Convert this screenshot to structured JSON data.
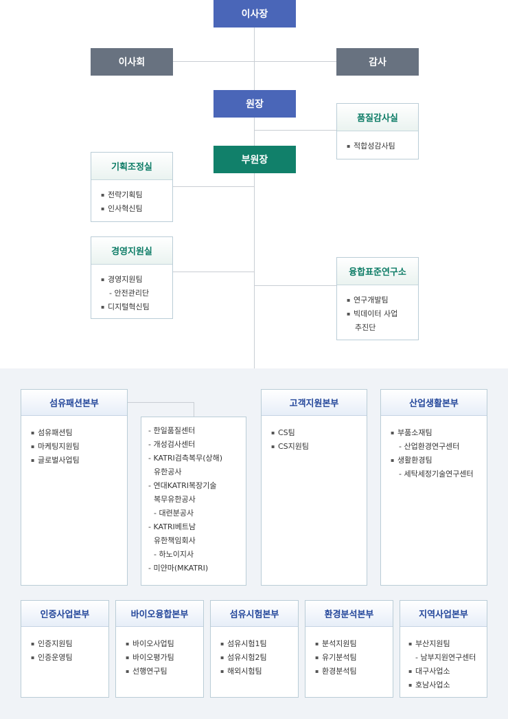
{
  "top": {
    "chairman": "이사장",
    "board": "이사회",
    "auditor": "감사",
    "president": "원장",
    "vice_president": "부원장"
  },
  "units": {
    "quality_audit": {
      "title": "품질감사실",
      "items": [
        "적합성감사팀"
      ]
    },
    "planning": {
      "title": "기획조정실",
      "items": [
        "전략기획팀",
        "인사혁신팀"
      ]
    },
    "management": {
      "title": "경영지원실",
      "items": [
        "경영지원팀",
        "- 안전관리단",
        "디지털혁신팀"
      ]
    },
    "convergence": {
      "title": "융합표준연구소",
      "items": [
        "연구개발팀",
        "빅데이터 사업",
        "추진단"
      ]
    }
  },
  "divisions": {
    "fashion": {
      "title": "섬유패션본부",
      "items": [
        "섬유패션팀",
        "마케팅지원팀",
        "글로벌사업팀"
      ]
    },
    "customer": {
      "title": "고객지원본부",
      "items": [
        "CS팀",
        "CS지원팀"
      ]
    },
    "industrial": {
      "title": "산업생활본부",
      "items": [
        "부품소재팀",
        "- 산업환경연구센터",
        "생활환경팀",
        "- 세탁세정기술연구센터"
      ]
    },
    "certification": {
      "title": "인증사업본부",
      "items": [
        "인증지원팀",
        "인증운영팀"
      ]
    },
    "bio": {
      "title": "바이오융합본부",
      "items": [
        "바이오사업팀",
        "바이오평가팀",
        "선행연구팀"
      ]
    },
    "textile_test": {
      "title": "섬유시험본부",
      "items": [
        "섬유시험1팀",
        "섬유시험2팀",
        "해외시험팀"
      ]
    },
    "env_analysis": {
      "title": "환경분석본부",
      "items": [
        "분석지원팀",
        "유기분석팀",
        "환경분석팀"
      ]
    },
    "regional": {
      "title": "지역사업본부",
      "items": [
        "부산지원팀",
        "- 남부지원연구센터",
        "대구사업소",
        "호남사업소"
      ]
    }
  },
  "annex": {
    "lines": [
      "- 한일품질센터",
      "- 개성검사센터",
      "- KATRI검측복무(상해)",
      "유한공사",
      "- 연대KATRI복장기술",
      "복무유한공사",
      "- 대련분공사",
      "- KATRI베트남",
      "유한책임회사",
      "- 하노이지사",
      "- 미얀마(MKATRI)"
    ]
  },
  "colors": {
    "blue": "#4a66b8",
    "grey": "#687280",
    "green": "#11806a",
    "unit_title": "#0d7c66",
    "division_title": "#23469a",
    "line": "#c8cdd3"
  }
}
